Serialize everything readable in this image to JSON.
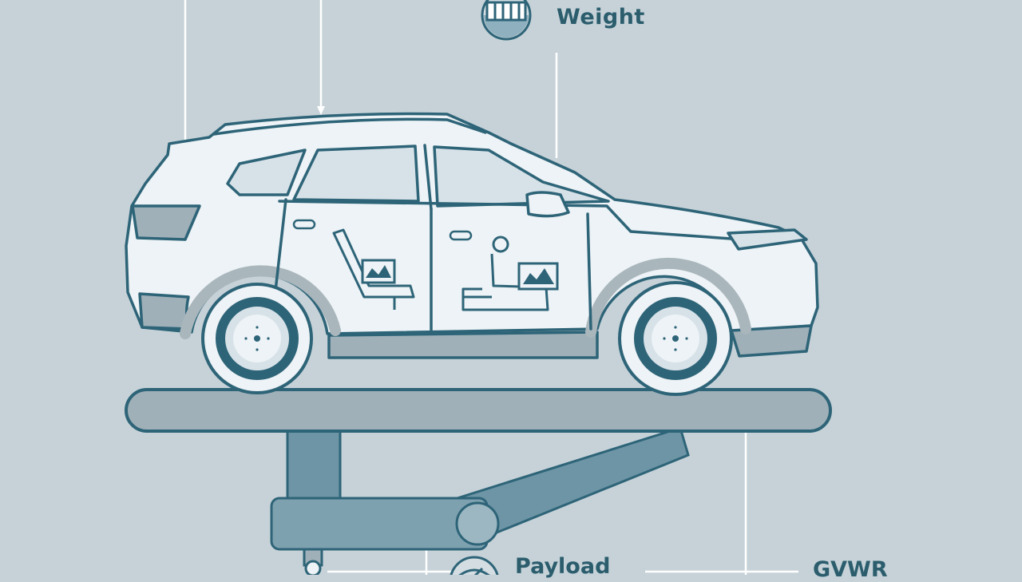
{
  "labels": {
    "weight": "Weight",
    "payload": "Payload",
    "gvwr": "GVWR"
  },
  "colors": {
    "background": "#c6d2d8",
    "outline": "#2e6478",
    "car_fill": "#edf3f6",
    "glass": "#d7e2e8",
    "lift": "#9fb0b8",
    "accent": "#6d95a5"
  },
  "icons": [
    "weight-scale-icon",
    "payload-gauge-icon",
    "driver-seat-icon",
    "passenger-icon",
    "dashboard-screen-icon"
  ]
}
